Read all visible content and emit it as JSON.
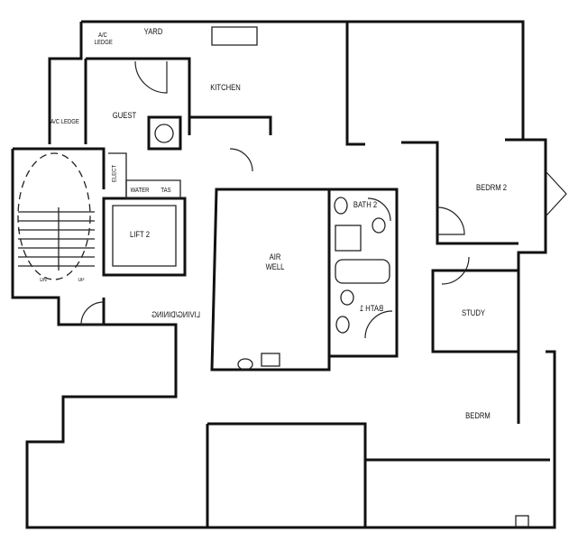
{
  "rooms": {
    "ac_ledge_top": "A/C LEDGE",
    "yard": "YARD",
    "kitchen": "KITCHEN",
    "guest": "GUEST",
    "ac_ledge_left": "A/C LEDGE",
    "elect": "ELECT",
    "water": "WATER",
    "tas": "TAS",
    "lift": "LIFT 2",
    "air_well": "AIR WELL",
    "bath2": "BATH 2",
    "bath1": "BATH 1",
    "living_dining": "LIVING/DINING",
    "bedrm2": "BEDRM 2",
    "study": "STUDY",
    "bedrm": "BEDRM",
    "stair_dn": "DN",
    "stair_up": "UP"
  },
  "colors": {
    "line": "#111111",
    "background": "#ffffff"
  }
}
